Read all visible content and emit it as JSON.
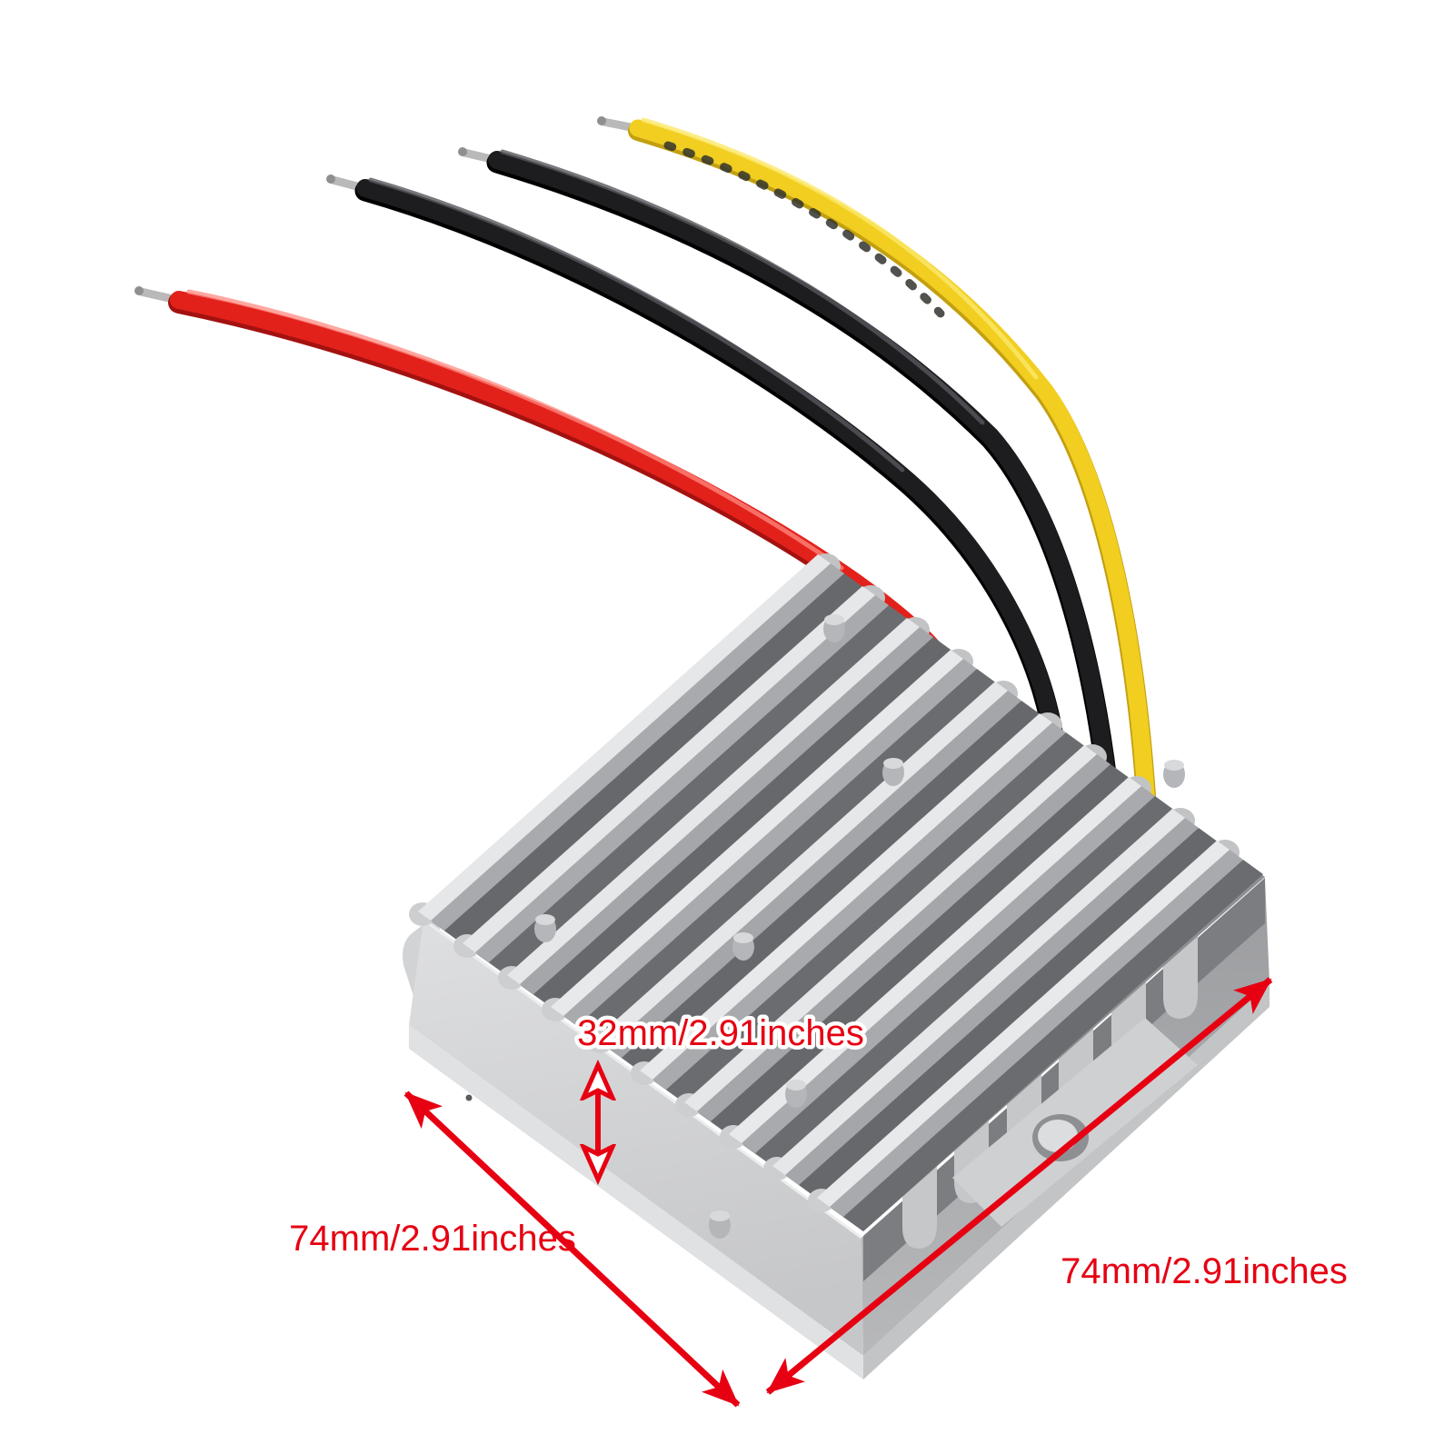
{
  "scene": {
    "background": "#ffffff",
    "description": "Silver finned aluminum DC voltage converter module with four stripped wires and red dimension annotations"
  },
  "device": {
    "name": "heatsink-voltage-converter",
    "fin_count": 10,
    "body_color": "#c9cacc",
    "ridge_color": "#e6e7e9",
    "groove_color": "#67686c",
    "front_face_color": "#d6d7d9",
    "right_face_color": "#b0b1b4",
    "flange_color": "#dcdddf"
  },
  "wires": [
    {
      "name": "red-wire",
      "color": "#e3211b",
      "tip": "stripped-silver"
    },
    {
      "name": "black-wire-1",
      "color": "#1d1d1f",
      "tip": "stripped-silver"
    },
    {
      "name": "black-wire-2",
      "color": "#1d1d1f",
      "tip": "stripped-silver"
    },
    {
      "name": "yellow-wire",
      "color": "#f1ce20",
      "tip": "stripped-silver"
    }
  ],
  "annotations": {
    "color": "#e60012",
    "height": {
      "label": "32mm/2.91inches"
    },
    "width_front": {
      "label": "74mm/2.91inches"
    },
    "width_side": {
      "label": "74mm/2.91inches"
    }
  }
}
